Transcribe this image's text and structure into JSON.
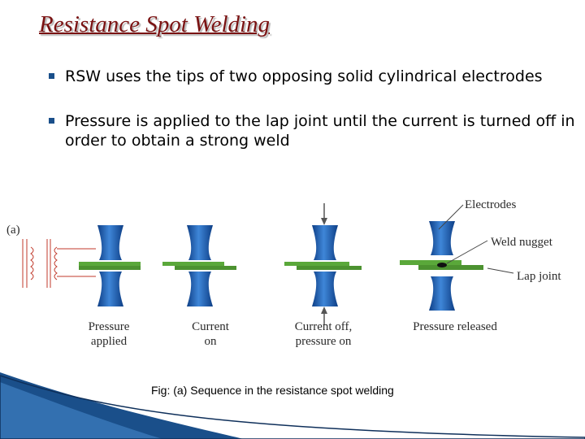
{
  "slide": {
    "title": "Resistance Spot Welding",
    "bullets": [
      {
        "text": "RSW uses the tips of two opposing solid cylindrical electrodes"
      },
      {
        "text": "Pressure is applied to the lap joint until the current is turned off in order to obtain a strong weld"
      }
    ],
    "figure": {
      "panel_label": "(a)",
      "stages": [
        {
          "line1": "Pressure",
          "line2": "applied"
        },
        {
          "line1": "Current",
          "line2": "on"
        },
        {
          "line1": "Current off,",
          "line2": "pressure on"
        },
        {
          "line1": "Pressure released",
          "line2": ""
        }
      ],
      "callouts": {
        "electrodes": "Electrodes",
        "weld_nugget": "Weld nugget",
        "lap_joint": "Lap joint"
      },
      "caption": "Fig: (a) Sequence in the resistance spot welding"
    },
    "colors": {
      "title": "#7a1212",
      "electrode": "#1d5fb0",
      "sheet": "#5aa83a",
      "footer": "#1a4f8a"
    }
  }
}
